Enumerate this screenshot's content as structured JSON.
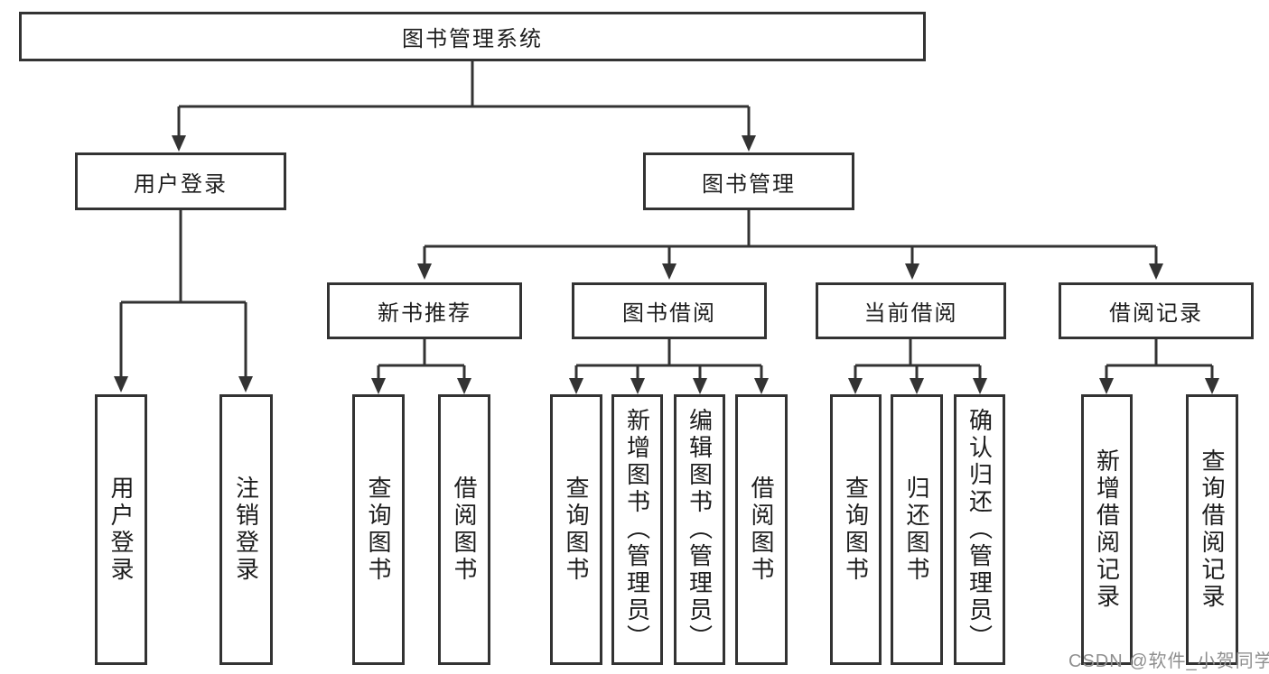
{
  "diagram": {
    "root": {
      "label": "图书管理系统"
    },
    "branches": [
      {
        "label": "用户登录",
        "children": [
          {
            "label": "用户登录"
          },
          {
            "label": "注销登录"
          }
        ]
      },
      {
        "label": "图书管理",
        "children": [
          {
            "label": "新书推荐",
            "children": [
              {
                "label": "查询图书"
              },
              {
                "label": "借阅图书"
              }
            ]
          },
          {
            "label": "图书借阅",
            "children": [
              {
                "label": "查询图书"
              },
              {
                "label": "新增图书（管理员）"
              },
              {
                "label": "编辑图书（管理员）"
              },
              {
                "label": "借阅图书"
              }
            ]
          },
          {
            "label": "当前借阅",
            "children": [
              {
                "label": "查询图书"
              },
              {
                "label": "归还图书"
              },
              {
                "label": "确认归还（管理员）"
              }
            ]
          },
          {
            "label": "借阅记录",
            "children": [
              {
                "label": "新增借阅记录"
              },
              {
                "label": "查询借阅记录"
              }
            ]
          }
        ]
      }
    ]
  },
  "watermark": {
    "text": "CSDN @软件_小贺同学"
  },
  "colors": {
    "line": "#333333",
    "text": "#1d1d1d",
    "background": "#ffffff",
    "watermark": "#8f8f8f"
  }
}
